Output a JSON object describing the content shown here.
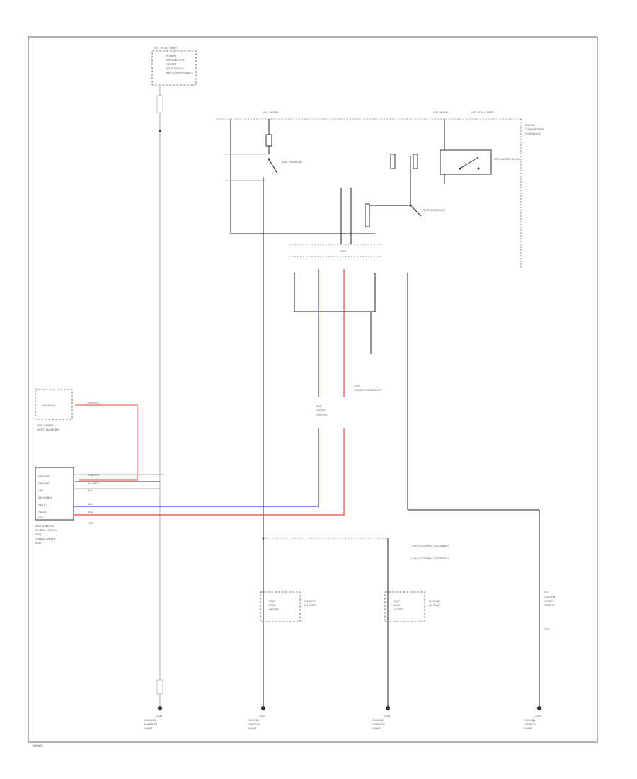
{
  "colors": {
    "border": "#9a9a9a",
    "wire": "#222222",
    "wire_blue": "#3a3aff",
    "wire_red": "#ff3a3a",
    "label": "#555555"
  },
  "fuse_top_left": {
    "title": "HOT AT ALL TIMES",
    "lines": [
      "POWER",
      "DISTRIBUTION",
      "CENTER",
      "(LEFT SIDE OF",
      "INSTRUMENT PANEL)"
    ]
  },
  "relay_block": {
    "left_heading": "HOT IN RUN",
    "right_heading_1": "HOT IN RUN",
    "right_heading_2": "HOT AT ALL TIMES",
    "right_lines": [
      "ENGINE",
      "COMPARTMENT",
      "FUSE BLOCK"
    ],
    "relay_1_label": "SEAT FAN RELAY",
    "relay_2_label": "SEAT HEAT RELAY",
    "heater_relay_label": "SEAT HEATER RELAY",
    "connector_label": "C201"
  },
  "module_left": {
    "switch_label": "SW SIGNAL",
    "assembly_lines": [
      "SEAT HEATER",
      "SWITCH ASSEMBLY"
    ],
    "pins": [
      "IGNITION",
      "GROUND",
      "LED",
      "SW SIGNAL",
      "HEAT-1",
      "HEAT-2",
      "FAN"
    ],
    "wire_codes": [
      "LGN/ORN",
      "BLK/WHT",
      "BLK",
      "GRY/RED",
      "BLU",
      "RED",
      "GRN"
    ],
    "title_lines": [
      "SEAT CONTROL",
      "MODULE (DRIVER",
      "SEAT)",
      "(UNDER DRIVER",
      "SEAT)"
    ]
  },
  "center_connector": {
    "title_lines": [
      "SEAT",
      "HEATER",
      "CONTROL"
    ],
    "sub_lines": [
      "C202",
      "(UNDER DRIVER SEAT)"
    ]
  },
  "notes": [
    "1. W/ AUTO DRIVE RESTRAINTS",
    "2. W/ AUTO DRIVE RESTRAINTS"
  ],
  "elements": {
    "left_element": [
      "SEAT",
      "BACK",
      "HEATER",
      "ELEMENT",
      "(IN SEAT)"
    ],
    "right_element": [
      "SEAT",
      "BACK",
      "HEATER",
      "ELEMENT",
      "(IN SEAT)"
    ],
    "far_right": [
      "SEAT",
      "CUSHION",
      "HEATER",
      "ELEMENT"
    ],
    "element_code": "E200"
  },
  "grounds": [
    {
      "id": "G201",
      "lines": [
        "GROUND",
        "LOCATION",
        "CHART"
      ]
    },
    {
      "id": "G202",
      "lines": [
        "GROUND",
        "LOCATION",
        "CHART"
      ]
    },
    {
      "id": "G203",
      "lines": [
        "GROUND",
        "LOCATION",
        "CHART"
      ]
    },
    {
      "id": "G204",
      "lines": [
        "GROUND",
        "LOCATION",
        "CHART"
      ]
    }
  ],
  "footer_code": "W0000"
}
